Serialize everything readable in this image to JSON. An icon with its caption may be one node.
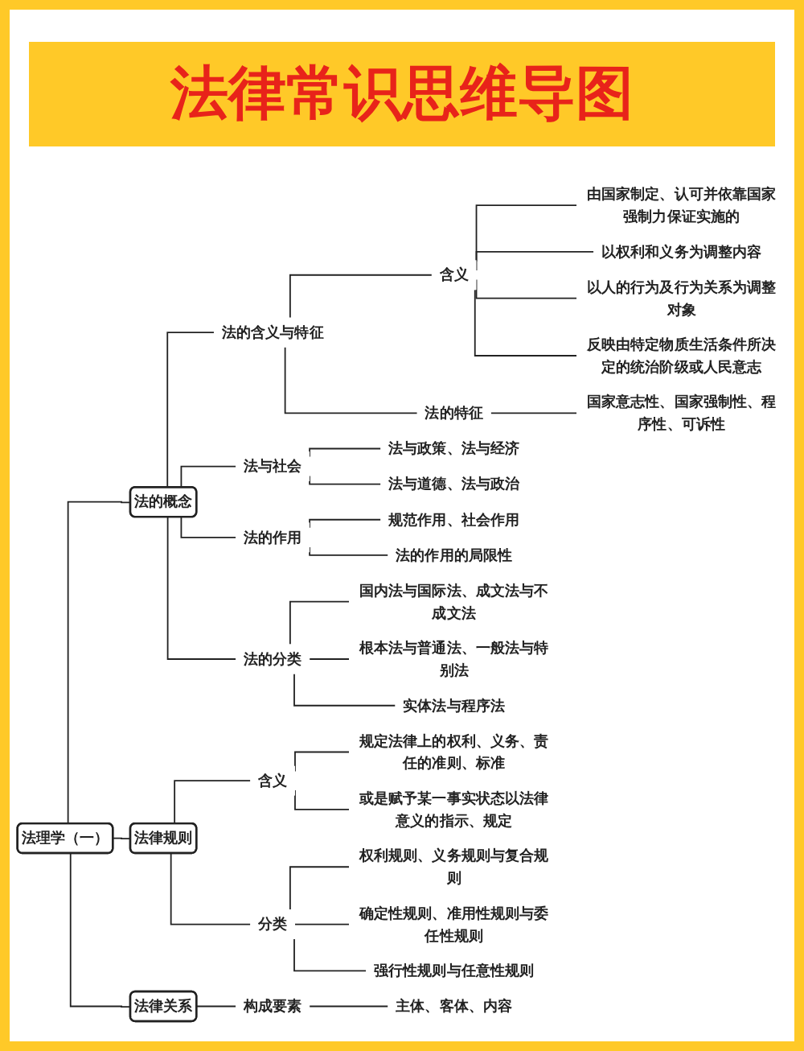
{
  "diagram": {
    "title": "法律常识思维导图",
    "nodes": [
      {
        "text": [
          "法理学（一）"
        ]
      },
      {
        "text": [
          "法的概念"
        ]
      },
      {
        "text": [
          "法的含义与特征"
        ]
      },
      {
        "text": [
          "含义"
        ]
      },
      {
        "text": [
          "由国家制定、认可并依靠国家强制力保证实施的"
        ]
      },
      {
        "text": [
          "以权利和义务为调整内容"
        ]
      },
      {
        "text": [
          "以人的行为及行为关系为调整对象"
        ]
      },
      {
        "text": [
          "反映由特定物质生活条件所决定的统治阶级或人民意志"
        ]
      },
      {
        "text": [
          "法的特征"
        ]
      },
      {
        "text": [
          "国家意志性、国家强制性、程序性、可诉性"
        ]
      },
      {
        "text": [
          "法与社会"
        ]
      },
      {
        "text": [
          "法与政策、法与经济"
        ]
      },
      {
        "text": [
          "法与道德、法与政治"
        ]
      },
      {
        "text": [
          "法的作用"
        ]
      },
      {
        "text": [
          "规范作用、社会作用"
        ]
      },
      {
        "text": [
          "法的作用的局限性"
        ]
      },
      {
        "text": [
          "法的分类"
        ]
      },
      {
        "text": [
          "国内法与国际法、成文法与不成文法"
        ]
      },
      {
        "text": [
          "根本法与普通法、一般法与特别法"
        ]
      },
      {
        "text": [
          "实体法与程序法"
        ]
      },
      {
        "text": [
          "法律规则"
        ]
      },
      {
        "text": [
          "含义"
        ]
      },
      {
        "text": [
          "规定法律上的权利、义务、责任的准则、标准"
        ]
      },
      {
        "text": [
          "或是赋予某一事实状态以法律意义的指示、规定"
        ]
      },
      {
        "text": [
          "分类"
        ]
      },
      {
        "text": [
          "权利规则、义务规则与复合规则"
        ]
      },
      {
        "text": [
          "确定性规则、准用性规则与委任性规则"
        ]
      },
      {
        "text": [
          "强行性规则与任意性规则"
        ]
      },
      {
        "text": [
          "法律关系"
        ]
      },
      {
        "text": [
          "构成要素"
        ]
      },
      {
        "text": [
          "主体、客体、内容"
        ]
      }
    ],
    "edges": [
      {
        "from": 0,
        "to": 1,
        "arrow": "none"
      },
      {
        "from": 1,
        "to": 2,
        "arrow": "none"
      },
      {
        "from": 2,
        "to": 3,
        "arrow": "none"
      },
      {
        "from": 3,
        "to": 4,
        "arrow": "none"
      },
      {
        "from": 3,
        "to": 5,
        "arrow": "none"
      },
      {
        "from": 3,
        "to": 6,
        "arrow": "none"
      },
      {
        "from": 3,
        "to": 7,
        "arrow": "none"
      },
      {
        "from": 2,
        "to": 8,
        "arrow": "none"
      },
      {
        "from": 8,
        "to": 9,
        "arrow": "none"
      },
      {
        "from": 1,
        "to": 10,
        "arrow": "none"
      },
      {
        "from": 10,
        "to": 11,
        "arrow": "none"
      },
      {
        "from": 10,
        "to": 12,
        "arrow": "none"
      },
      {
        "from": 1,
        "to": 13,
        "arrow": "none"
      },
      {
        "from": 13,
        "to": 14,
        "arrow": "none"
      },
      {
        "from": 13,
        "to": 15,
        "arrow": "none"
      },
      {
        "from": 1,
        "to": 16,
        "arrow": "none"
      },
      {
        "from": 16,
        "to": 17,
        "arrow": "none"
      },
      {
        "from": 16,
        "to": 18,
        "arrow": "none"
      },
      {
        "from": 16,
        "to": 19,
        "arrow": "none"
      },
      {
        "from": 0,
        "to": 20,
        "arrow": "none"
      },
      {
        "from": 20,
        "to": 21,
        "arrow": "none"
      },
      {
        "from": 21,
        "to": 22,
        "arrow": "none"
      },
      {
        "from": 21,
        "to": 23,
        "arrow": "none"
      },
      {
        "from": 20,
        "to": 24,
        "arrow": "none"
      },
      {
        "from": 24,
        "to": 25,
        "arrow": "none"
      },
      {
        "from": 24,
        "to": 26,
        "arrow": "none"
      },
      {
        "from": 24,
        "to": 27,
        "arrow": "none"
      },
      {
        "from": 0,
        "to": 28,
        "arrow": "none"
      },
      {
        "from": 28,
        "to": 29,
        "arrow": "none"
      },
      {
        "from": 29,
        "to": 30,
        "arrow": "none"
      }
    ]
  }
}
